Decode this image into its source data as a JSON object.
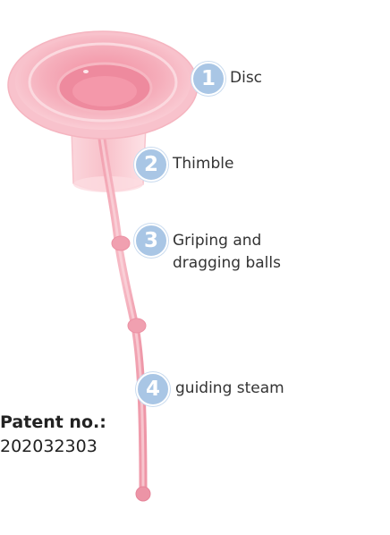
{
  "callouts": [
    {
      "number": "1",
      "text": "Disc"
    },
    {
      "number": "2",
      "text": "Thimble"
    },
    {
      "number": "3",
      "text": "Griping and dragging balls"
    },
    {
      "number": "4",
      "text": "guiding steam"
    }
  ],
  "patent": {
    "heading": "Patent no.:",
    "number": "202032303"
  },
  "colors": {
    "badge": "#a9c6e5",
    "device_pink": "#f4a8b6",
    "device_deep": "#ea8a9d"
  }
}
